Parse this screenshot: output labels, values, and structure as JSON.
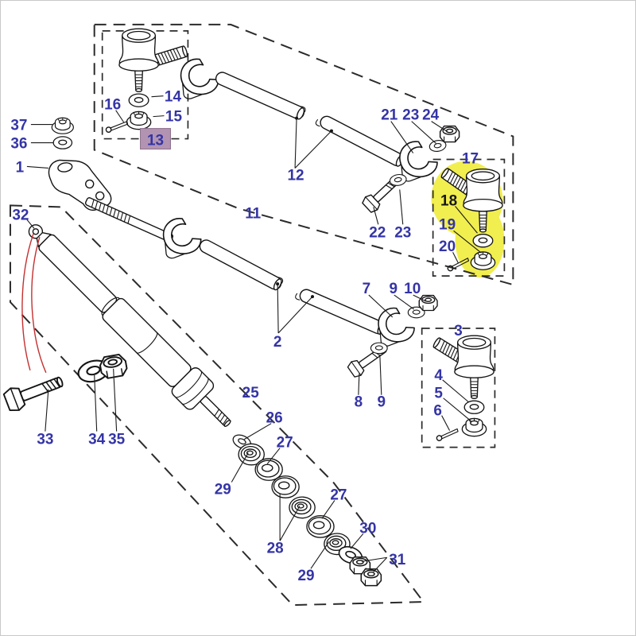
{
  "figure": {
    "kind": "exploded-parts-diagram",
    "subject": "Steering linkage, track rods, tie rod ends and steering damper"
  },
  "colors": {
    "label_blue": "#3434a6",
    "label_black": "#151515",
    "highlight_yellow": "#f1ee4f",
    "highlight_mauve": "#b294b2",
    "leader_red": "#c43030",
    "line_art": "#141414"
  },
  "callouts": {
    "n1": {
      "label": "1"
    },
    "n2": {
      "label": "2"
    },
    "n3": {
      "label": "3"
    },
    "n4": {
      "label": "4"
    },
    "n5": {
      "label": "5"
    },
    "n6": {
      "label": "6"
    },
    "n7": {
      "label": "7"
    },
    "n8": {
      "label": "8"
    },
    "n9a": {
      "label": "9"
    },
    "n9b": {
      "label": "9"
    },
    "n10": {
      "label": "10"
    },
    "n11": {
      "label": "11"
    },
    "n12": {
      "label": "12"
    },
    "n13": {
      "label": "13",
      "highlighted": true
    },
    "n14": {
      "label": "14"
    },
    "n15": {
      "label": "15"
    },
    "n16": {
      "label": "16"
    },
    "n17": {
      "label": "17",
      "highlighted": true
    },
    "n18": {
      "label": "18"
    },
    "n19": {
      "label": "19"
    },
    "n20": {
      "label": "20"
    },
    "n21": {
      "label": "21"
    },
    "n22": {
      "label": "22"
    },
    "n23a": {
      "label": "23"
    },
    "n23b": {
      "label": "23"
    },
    "n24": {
      "label": "24"
    },
    "n25": {
      "label": "25"
    },
    "n26": {
      "label": "26"
    },
    "n27a": {
      "label": "27"
    },
    "n27b": {
      "label": "27"
    },
    "n28": {
      "label": "28"
    },
    "n29a": {
      "label": "29"
    },
    "n29b": {
      "label": "29"
    },
    "n30": {
      "label": "30"
    },
    "n31": {
      "label": "31"
    },
    "n32": {
      "label": "32"
    },
    "n33": {
      "label": "33"
    },
    "n34": {
      "label": "34"
    },
    "n35": {
      "label": "35"
    },
    "n36": {
      "label": "36"
    },
    "n37": {
      "label": "37"
    }
  }
}
